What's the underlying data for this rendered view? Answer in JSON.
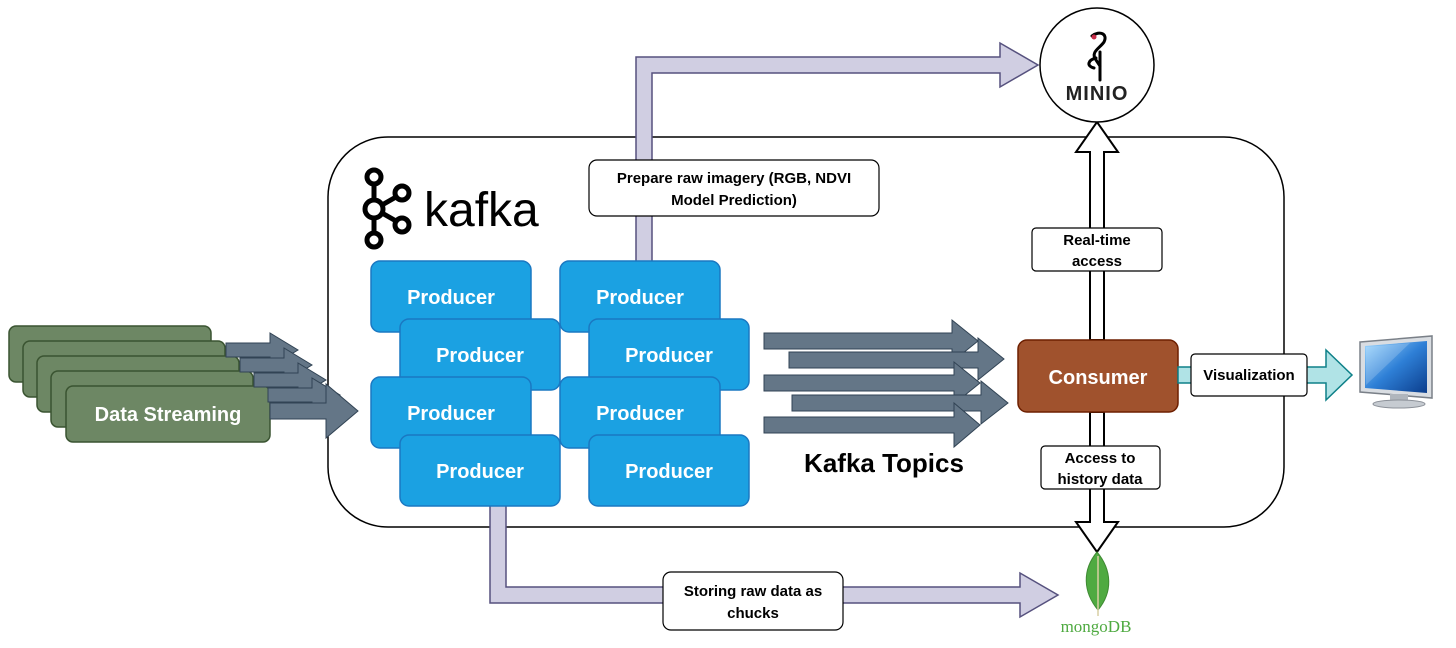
{
  "data_streaming": {
    "label": "Data Streaming"
  },
  "kafka": {
    "logo_text": "kafka"
  },
  "producers": [
    {
      "label": "Producer"
    },
    {
      "label": "Producer"
    },
    {
      "label": "Producer"
    },
    {
      "label": "Producer"
    },
    {
      "label": "Producer"
    },
    {
      "label": "Producer"
    },
    {
      "label": "Producer"
    },
    {
      "label": "Producer"
    }
  ],
  "kafka_topics": {
    "label": "Kafka Topics"
  },
  "consumer": {
    "label": "Consumer"
  },
  "minio": {
    "logo_text": "MINIO"
  },
  "mongodb": {
    "logo_text": "mongoDB"
  },
  "labels": {
    "prepare_line1": "Prepare raw imagery (RGB, NDVI",
    "prepare_line2": "Model Prediction)",
    "realtime_line1": "Real-time",
    "realtime_line2": "access",
    "history_line1": "Access to",
    "history_line2": "history data",
    "visualization": "Visualization",
    "storing_line1": "Storing raw data as",
    "storing_line2": "chucks"
  },
  "colors": {
    "producer_fill": "#1ba1e2",
    "producer_stroke": "#1a78c2",
    "consumer_fill": "#a0522d",
    "stream_fill": "#6d8764",
    "topic_arrow": "#647687",
    "pipe_arrow": "#d0cee2",
    "mongodb_green": "#4faa41",
    "visual_arrow": "#b0e3e6"
  }
}
